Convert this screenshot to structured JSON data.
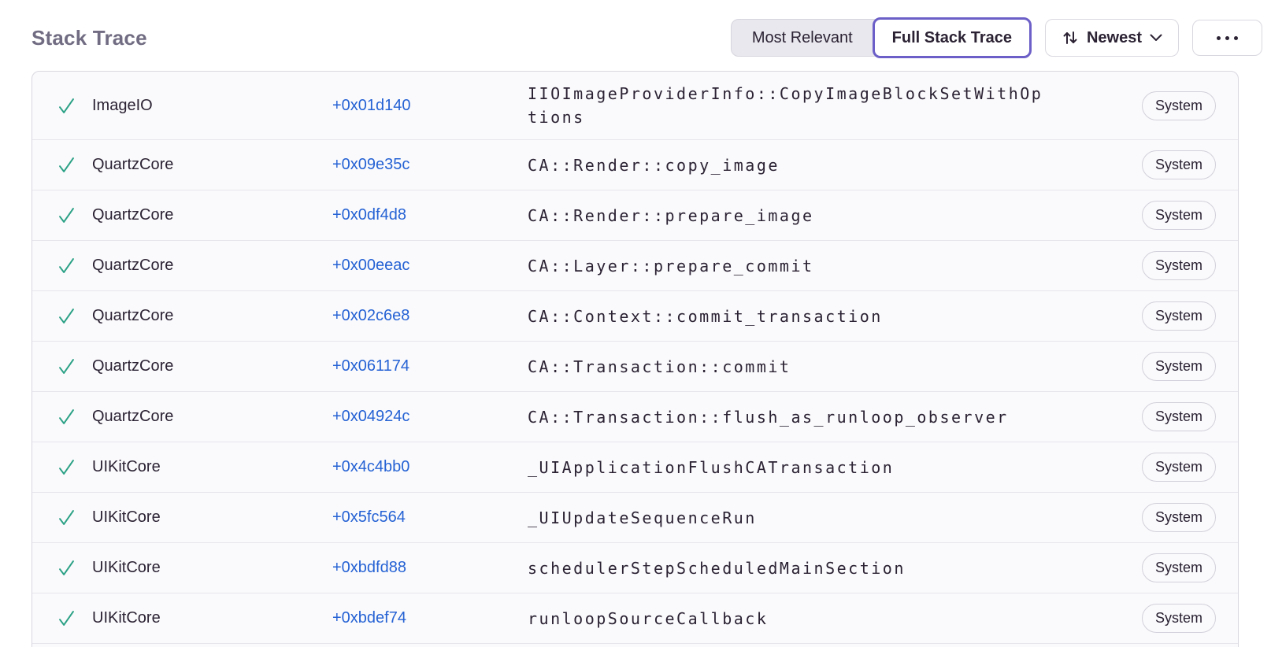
{
  "header": {
    "title": "Stack Trace",
    "view_toggle": {
      "options": [
        "Most Relevant",
        "Full Stack Trace"
      ],
      "selected": "Full Stack Trace"
    },
    "sort": {
      "selected": "Newest"
    }
  },
  "icons": {
    "check": "checkmark-icon",
    "sort": "sort-arrows-icon",
    "chevron": "chevron-down-icon",
    "more": "ellipsis-icon"
  },
  "colors": {
    "accent_purple": "#6c5fc7",
    "link_blue": "#2562d4",
    "check_green": "#2ba185",
    "title_gray": "#716c82",
    "text_dark": "#2b2233",
    "row_bg": "#fafafc"
  },
  "frames": [
    {
      "module": "ImageIO",
      "offset": "+0x01d140",
      "function": "IIOImageProviderInfo::CopyImageBlockSetWithOptions",
      "badge": "System"
    },
    {
      "module": "QuartzCore",
      "offset": "+0x09e35c",
      "function": "CA::Render::copy_image",
      "badge": "System"
    },
    {
      "module": "QuartzCore",
      "offset": "+0x0df4d8",
      "function": "CA::Render::prepare_image",
      "badge": "System"
    },
    {
      "module": "QuartzCore",
      "offset": "+0x00eeac",
      "function": "CA::Layer::prepare_commit",
      "badge": "System"
    },
    {
      "module": "QuartzCore",
      "offset": "+0x02c6e8",
      "function": "CA::Context::commit_transaction",
      "badge": "System"
    },
    {
      "module": "QuartzCore",
      "offset": "+0x061174",
      "function": "CA::Transaction::commit",
      "badge": "System"
    },
    {
      "module": "QuartzCore",
      "offset": "+0x04924c",
      "function": "CA::Transaction::flush_as_runloop_observer",
      "badge": "System"
    },
    {
      "module": "UIKitCore",
      "offset": "+0x4c4bb0",
      "function": "_UIApplicationFlushCATransaction",
      "badge": "System"
    },
    {
      "module": "UIKitCore",
      "offset": "+0x5fc564",
      "function": "_UIUpdateSequenceRun",
      "badge": "System"
    },
    {
      "module": "UIKitCore",
      "offset": "+0xbdfd88",
      "function": "schedulerStepScheduledMainSection",
      "badge": "System"
    },
    {
      "module": "UIKitCore",
      "offset": "+0xbdef74",
      "function": "runloopSourceCallback",
      "badge": "System"
    }
  ]
}
